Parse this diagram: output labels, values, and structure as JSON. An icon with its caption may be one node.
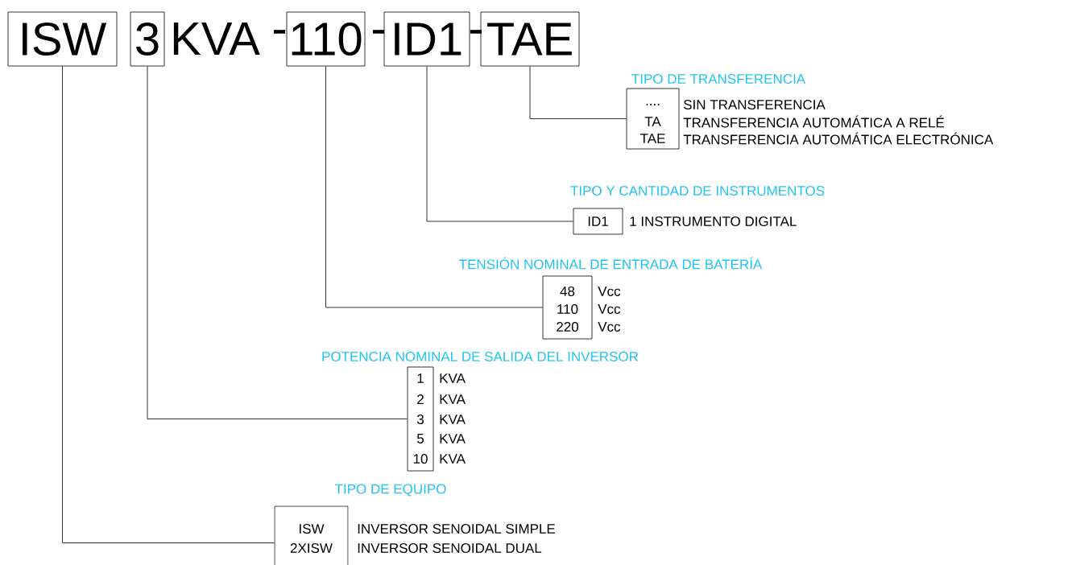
{
  "diagram": {
    "nodes": [
      {
        "text": [
          "ISW"
        ]
      },
      {
        "text": [
          "3"
        ]
      },
      {
        "text": [
          "110"
        ]
      },
      {
        "text": [
          "ID1"
        ]
      },
      {
        "text": [
          "TAE"
        ]
      },
      {
        "text": [
          "....",
          "TA",
          "TAE"
        ],
        "beside": [
          "SIN TRANSFERENCIA",
          "TRANSFERENCIA AUTOMÁTICA A RELÉ",
          "TRANSFERENCIA AUTOMÁTICA ELECTRÓNICA"
        ]
      },
      {
        "text": [
          "ID1"
        ],
        "beside": [
          "1 INSTRUMENTO DIGITAL"
        ]
      },
      {
        "text": [
          "48",
          "110",
          "220"
        ],
        "beside": [
          "Vcc",
          "Vcc",
          "Vcc"
        ]
      },
      {
        "text": [
          "1",
          "2",
          "3",
          "5",
          "10"
        ],
        "beside": [
          "KVA",
          "KVA",
          "KVA",
          "KVA",
          "KVA"
        ]
      },
      {
        "text": [
          "ISW",
          "2XISW"
        ],
        "beside": [
          "INVERSOR SENOIDAL SIMPLE",
          "INVERSOR SENOIDAL DUAL"
        ]
      }
    ],
    "edges": [
      {
        "from": 4,
        "to": 5,
        "arrow": "none"
      },
      {
        "from": 3,
        "to": 6,
        "arrow": "none"
      },
      {
        "from": 2,
        "to": 7,
        "arrow": "none"
      },
      {
        "from": 1,
        "to": 8,
        "arrow": "none"
      },
      {
        "from": 0,
        "to": 9,
        "arrow": "none"
      }
    ],
    "labels": [
      "KVA",
      "-",
      "-",
      "-",
      "TIPO DE TRANSFERENCIA",
      "TIPO Y CANTIDAD DE INSTRUMENTOS",
      "TENSIÓN NOMINAL DE ENTRADA DE BATERÍA",
      "POTENCIA NOMINAL DE SALIDA DEL INVERSOR",
      "TIPO DE EQUIPO"
    ]
  }
}
